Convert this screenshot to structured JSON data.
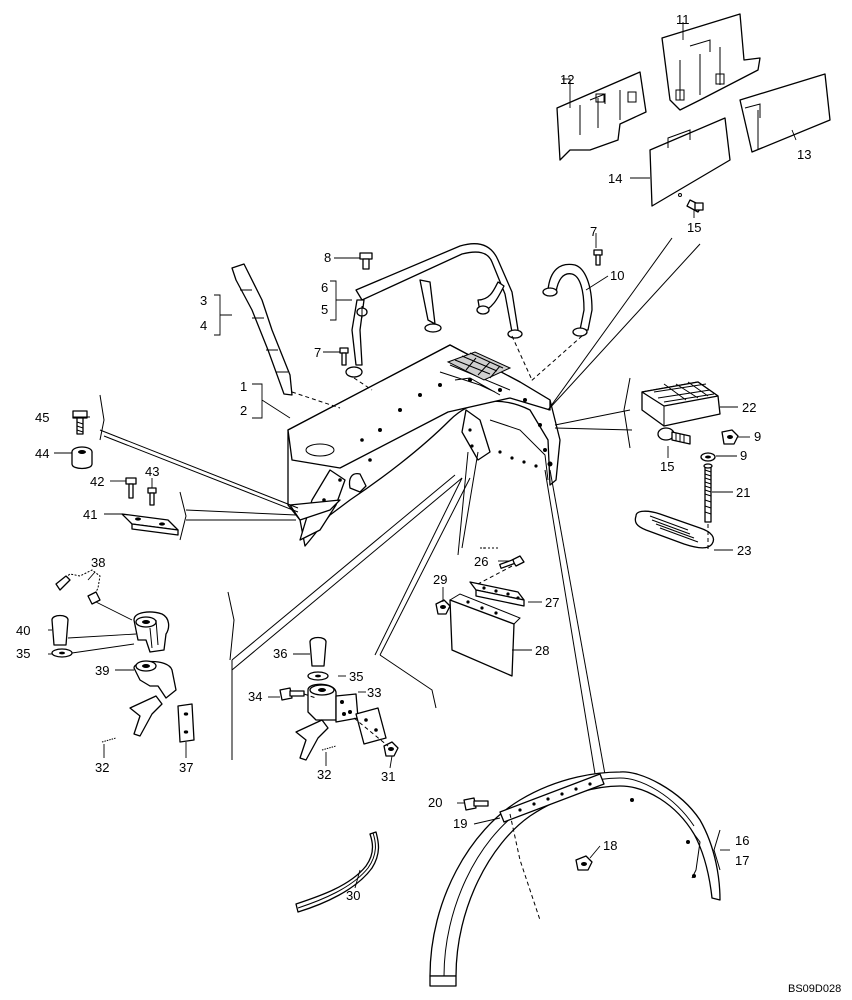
{
  "diagram": {
    "reference_code": "BS09D028",
    "callouts": [
      {
        "id": "c1",
        "text": "1"
      },
      {
        "id": "c2",
        "text": "2"
      },
      {
        "id": "c3",
        "text": "3"
      },
      {
        "id": "c4",
        "text": "4"
      },
      {
        "id": "c5",
        "text": "5"
      },
      {
        "id": "c6",
        "text": "6"
      },
      {
        "id": "c7a",
        "text": "7"
      },
      {
        "id": "c7b",
        "text": "7"
      },
      {
        "id": "c8",
        "text": "8"
      },
      {
        "id": "c9a",
        "text": "9"
      },
      {
        "id": "c9b",
        "text": "9"
      },
      {
        "id": "c10",
        "text": "10"
      },
      {
        "id": "c11",
        "text": "11"
      },
      {
        "id": "c12",
        "text": "12"
      },
      {
        "id": "c13",
        "text": "13"
      },
      {
        "id": "c14",
        "text": "14"
      },
      {
        "id": "c15a",
        "text": "15"
      },
      {
        "id": "c15b",
        "text": "15"
      },
      {
        "id": "c16",
        "text": "16"
      },
      {
        "id": "c17",
        "text": "17"
      },
      {
        "id": "c18",
        "text": "18"
      },
      {
        "id": "c19",
        "text": "19"
      },
      {
        "id": "c20",
        "text": "20"
      },
      {
        "id": "c21",
        "text": "21"
      },
      {
        "id": "c22",
        "text": "22"
      },
      {
        "id": "c23",
        "text": "23"
      },
      {
        "id": "c26",
        "text": "26"
      },
      {
        "id": "c27",
        "text": "27"
      },
      {
        "id": "c28",
        "text": "28"
      },
      {
        "id": "c29",
        "text": "29"
      },
      {
        "id": "c30",
        "text": "30"
      },
      {
        "id": "c31",
        "text": "31"
      },
      {
        "id": "c32a",
        "text": "32"
      },
      {
        "id": "c32b",
        "text": "32"
      },
      {
        "id": "c33",
        "text": "33"
      },
      {
        "id": "c34",
        "text": "34"
      },
      {
        "id": "c35a",
        "text": "35"
      },
      {
        "id": "c35b",
        "text": "35"
      },
      {
        "id": "c36",
        "text": "36"
      },
      {
        "id": "c37",
        "text": "37"
      },
      {
        "id": "c38",
        "text": "38"
      },
      {
        "id": "c39",
        "text": "39"
      },
      {
        "id": "c40",
        "text": "40"
      },
      {
        "id": "c41",
        "text": "41"
      },
      {
        "id": "c42",
        "text": "42"
      },
      {
        "id": "c43",
        "text": "43"
      },
      {
        "id": "c44",
        "text": "44"
      },
      {
        "id": "c45",
        "text": "45"
      }
    ]
  }
}
